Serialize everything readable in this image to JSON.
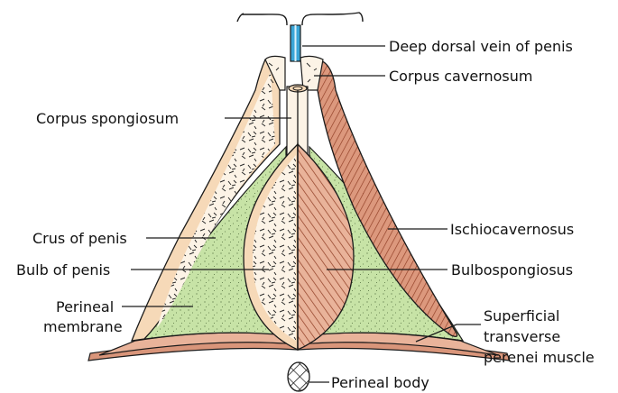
{
  "colors": {
    "membrane_green": "#c7e3a6",
    "erectile_peach": "#f6d9b8",
    "erectile_cream": "#fcf3e6",
    "muscle_red": "#d9957a",
    "muscle_band": "#e9b39a",
    "vessel_blue": "#3aa6d8",
    "outline": "#1a1a1a"
  },
  "labels": {
    "deep_dorsal_vein": "Deep dorsal vein of penis",
    "corpus_cavernosum": "Corpus cavernosum",
    "corpus_spongiosum": "Corpus spongiosum",
    "ischiocavernosus": "Ischiocavernosus",
    "crus_of_penis": "Crus of penis",
    "bulb_of_penis": "Bulb of penis",
    "bulbospongiosus": "Bulbospongiosus",
    "perineal_membrane_line1": "Perineal",
    "perineal_membrane_line2": "membrane",
    "superficial_transverse_line1": "Superficial",
    "superficial_transverse_line2": "transverse",
    "superficial_transverse_line3": "perenei muscle",
    "perineal_body": "Perineal body"
  }
}
